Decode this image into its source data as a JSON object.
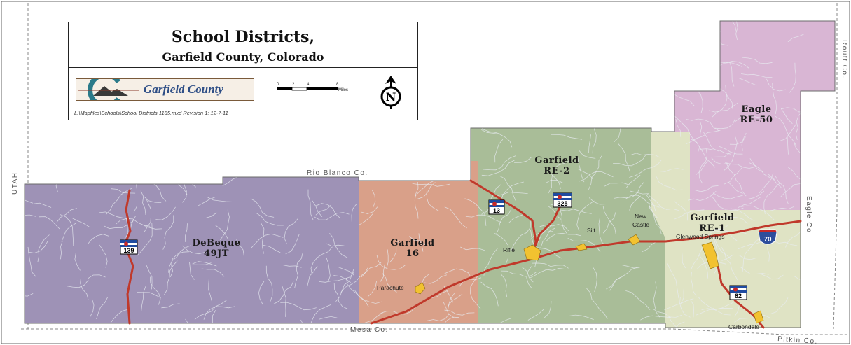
{
  "title": {
    "main": "School Districts,",
    "sub": "Garfield County, Colorado",
    "logo_text": "Garfield County",
    "scale_ticks": [
      "0",
      "2",
      "4",
      "8"
    ],
    "scale_unit": "Miles",
    "north_letter": "N",
    "file_path": "L:\\Mapfiles\\Schools\\School Districts 1185.mxd Revision 1: 12-7-11"
  },
  "districts": [
    {
      "line1": "DeBeque",
      "line2": "49JT",
      "color": "#9e92b6"
    },
    {
      "line1": "Garfield",
      "line2": "16",
      "color": "#d9a089"
    },
    {
      "line1": "Garfield",
      "line2": "RE-2",
      "color": "#a9bd98"
    },
    {
      "line1": "Garfield",
      "line2": "RE-1",
      "color": "#dfe3c4"
    },
    {
      "line1": "Eagle",
      "line2": "RE-50",
      "color": "#d9b6d4"
    }
  ],
  "neighbors": {
    "utah": "UTAH",
    "rio_blanco": "Rio Blanco Co.",
    "mesa": "Mesa Co.",
    "routt": "Routt Co.",
    "eagle": "Eagle Co.",
    "pitkin": "Pitkin Co."
  },
  "towns": {
    "parachute": "Parachute",
    "rifle": "Rifle",
    "silt": "Silt",
    "new_castle_1": "New",
    "new_castle_2": "Castle",
    "glenwood": "Glenwood Springs",
    "carbondale": "Carbondale"
  },
  "highways": {
    "sh139": "139",
    "sh13": "13",
    "sh325": "325",
    "sh82": "82",
    "i70": "70"
  },
  "colors": {
    "highway": "#c0392b",
    "river": "#e8ecf2",
    "county_border": "#5a5a5a",
    "town_fill": "#f2c230",
    "interstate": "#2d4e9c"
  }
}
